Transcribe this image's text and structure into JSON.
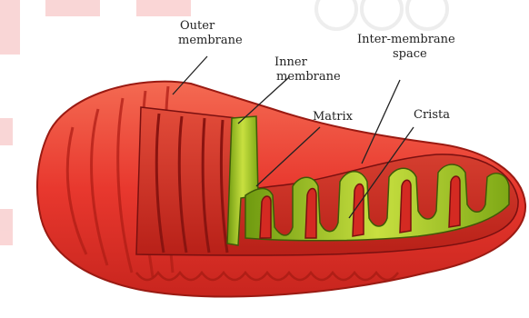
{
  "labels": {
    "outer_membrane": [
      "Outer",
      "membrane"
    ],
    "inner_membrane": [
      "Inner",
      "membrane"
    ],
    "inter_membrane_space": [
      "Inter-membrane",
      "space"
    ],
    "matrix": "Matrix",
    "crista": "Crista"
  },
  "colors": {
    "outer_membrane": "#e8382e",
    "inner_red": "#d42a22",
    "matrix_green": "#8fbf1c",
    "matrix_light": "#c8e040",
    "dark_outline": "#7a1010",
    "leader_line": "#222222",
    "background_marks": "#f0a6a6"
  }
}
